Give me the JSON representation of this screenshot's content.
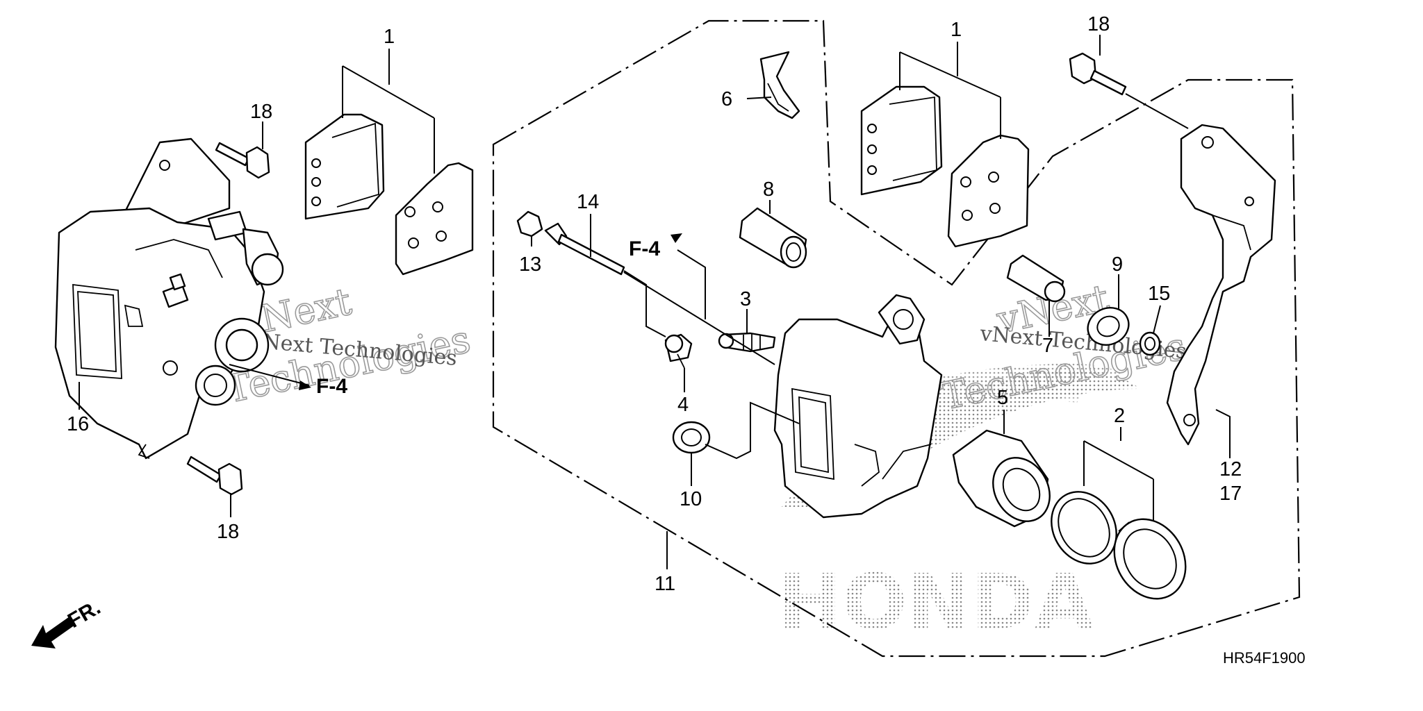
{
  "diagram": {
    "labels": {
      "l1a": "1",
      "l1b": "1",
      "l2": "2",
      "l3": "3",
      "l4": "4",
      "l5": "5",
      "l6": "6",
      "l7": "7",
      "l8": "8",
      "l9": "9",
      "l10": "10",
      "l11": "11",
      "l12": "12",
      "l13": "13",
      "l14": "14",
      "l15": "15",
      "l16": "16",
      "l17": "17",
      "l18a": "18",
      "l18b": "18",
      "l18c": "18"
    },
    "references": {
      "f4_left": "F-4",
      "f4_center": "F-4"
    },
    "direction_marker": "FR.",
    "diagram_code": "HR54F1900",
    "watermark": {
      "name": "vNext Technologies",
      "part1": "vNext",
      "part2": "Technologies"
    },
    "brand_logo": "HONDA"
  }
}
